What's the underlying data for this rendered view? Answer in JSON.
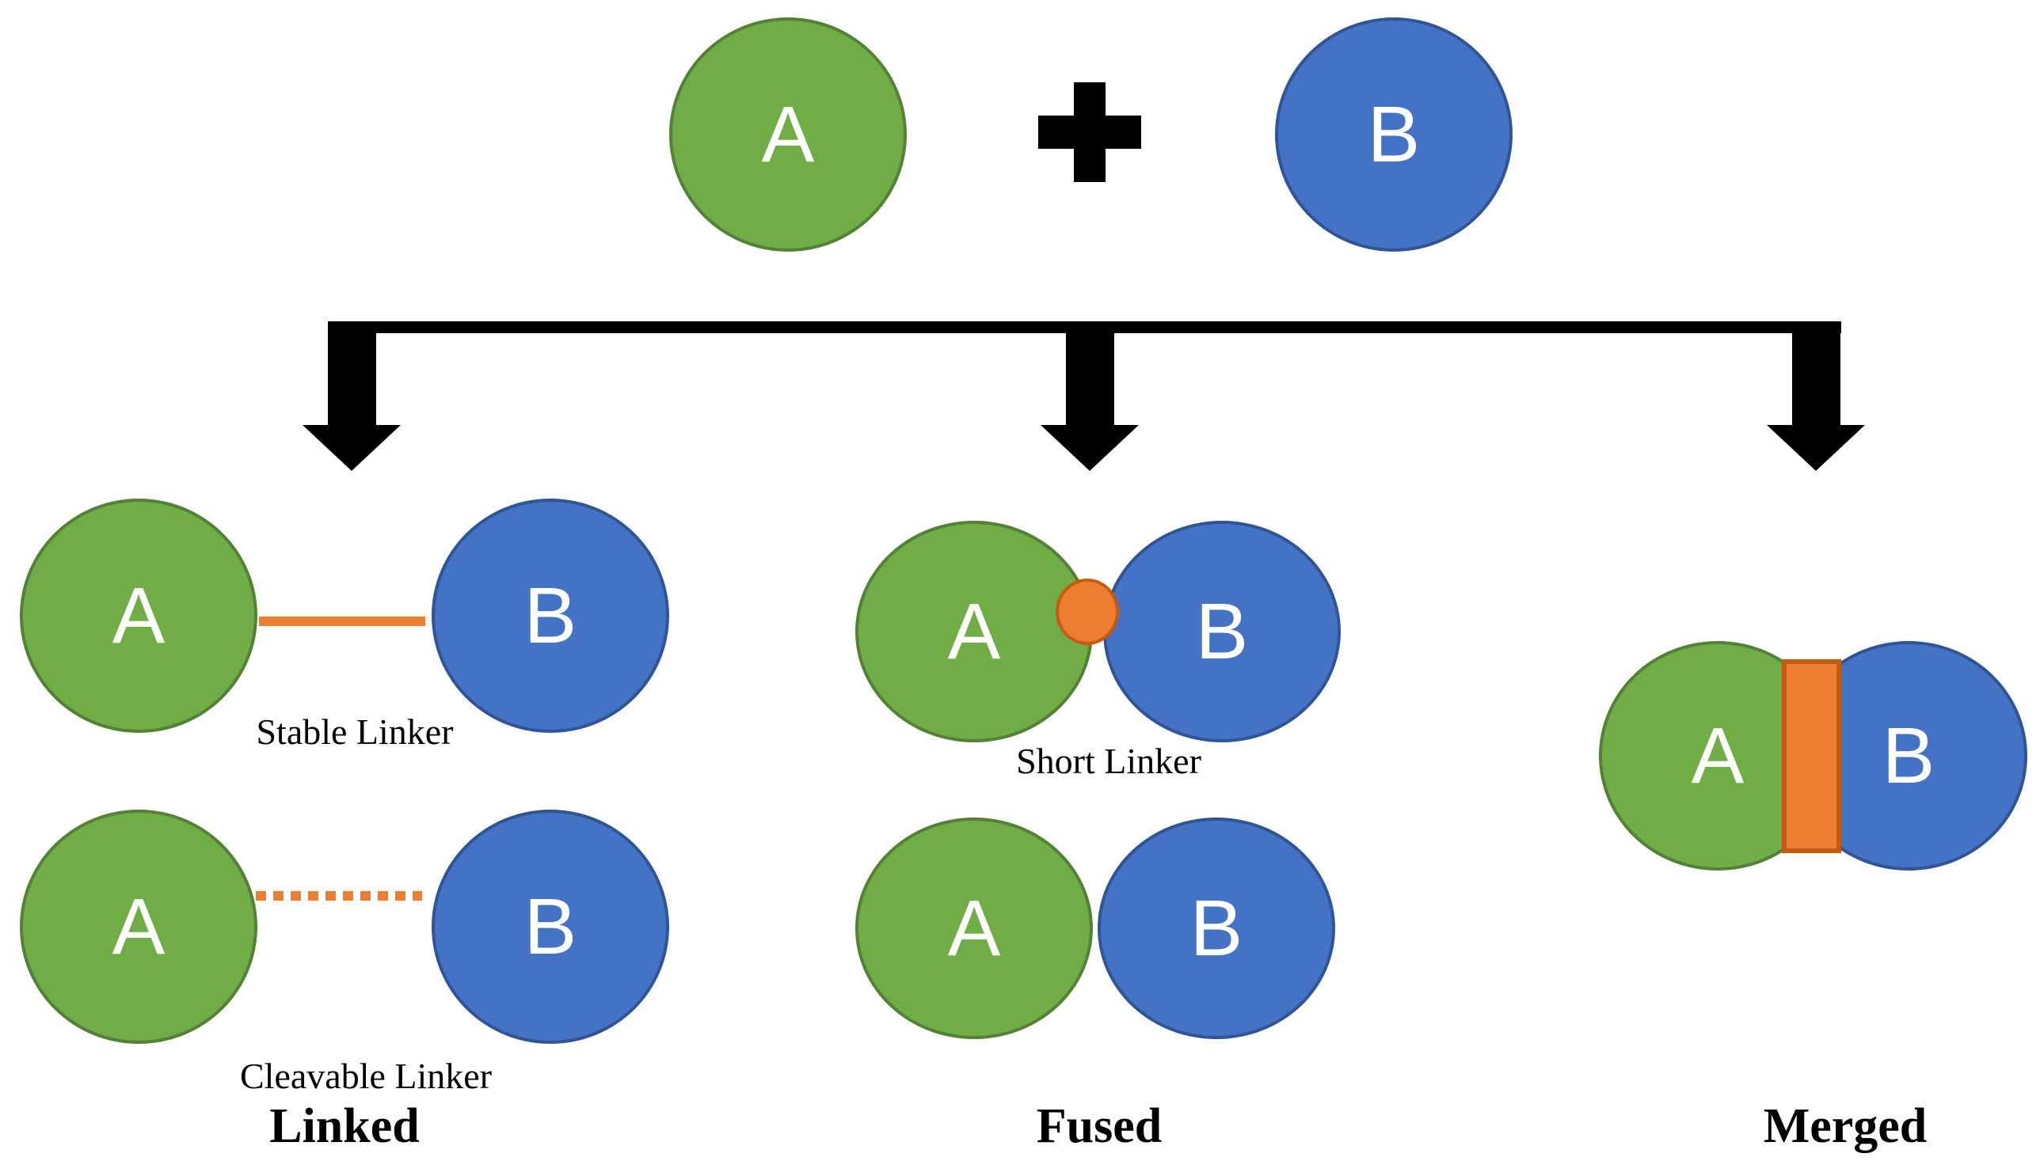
{
  "palette": {
    "green": "#70AD47",
    "green_border": "#538135",
    "blue": "#4472C4",
    "blue_border": "#2F5597",
    "orange": "#ED7D31",
    "orange_border": "#C55A11",
    "black": "#000000",
    "white": "#FFFFFF"
  },
  "icons": {
    "plus": "plus-icon",
    "branch": "arrow-down-icon"
  },
  "top": {
    "a": "A",
    "b": "B"
  },
  "columns": {
    "linked": {
      "title": "Linked",
      "pairs": [
        {
          "a": "A",
          "b": "B",
          "linker_label": "Stable Linker",
          "linker_style": "solid"
        },
        {
          "a": "A",
          "b": "B",
          "linker_label": "Cleavable Linker",
          "linker_style": "dotted"
        }
      ]
    },
    "fused": {
      "title": "Fused",
      "short_linker_label": "Short Linker",
      "pairs": [
        {
          "a": "A",
          "b": "B",
          "linker": "short-orange-circle"
        },
        {
          "a": "A",
          "b": "B",
          "linker": "none"
        }
      ]
    },
    "merged": {
      "title": "Merged",
      "a": "A",
      "b": "B"
    }
  }
}
